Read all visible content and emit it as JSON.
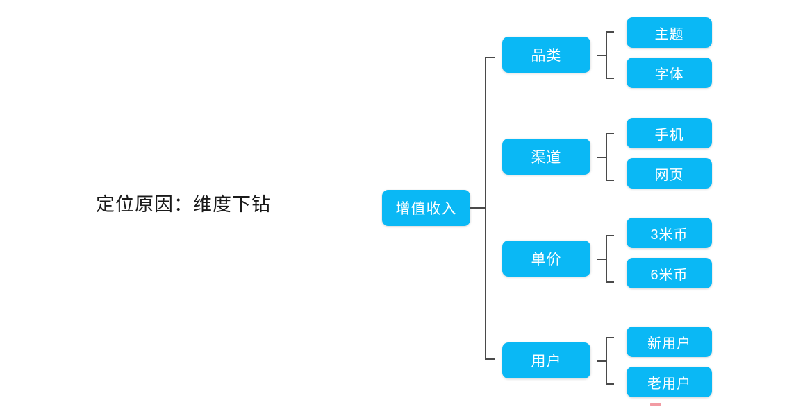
{
  "slide": {
    "title": "定位原因：维度下钻",
    "background_color": "#ffffff",
    "title_color": "#1a1a1a"
  },
  "theme": {
    "node_fill": "#0ab8f5",
    "node_text_color": "#ffffff",
    "connector_color": "#4a4a4a"
  },
  "diagram": {
    "type": "mind-map",
    "root": {
      "label": "增值收入"
    },
    "branches": [
      {
        "label": "品类",
        "children": [
          {
            "label": "主题"
          },
          {
            "label": "字体"
          }
        ]
      },
      {
        "label": "渠道",
        "children": [
          {
            "label": "手机"
          },
          {
            "label": "网页"
          }
        ]
      },
      {
        "label": "单价",
        "children": [
          {
            "label": "3米币"
          },
          {
            "label": "6米币"
          }
        ]
      },
      {
        "label": "用户",
        "children": [
          {
            "label": "新用户"
          },
          {
            "label": "老用户"
          }
        ]
      }
    ]
  }
}
